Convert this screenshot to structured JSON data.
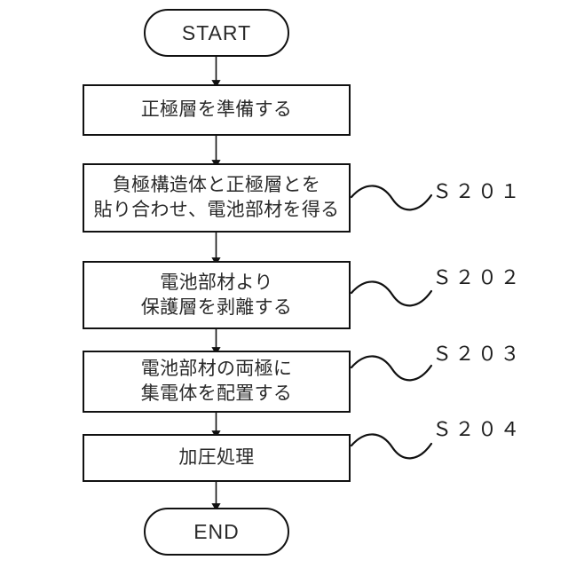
{
  "figure": {
    "type": "flowchart",
    "orientation": "vertical",
    "language": "ja",
    "background_color": "#ffffff",
    "line_color": "#111111",
    "text_color": "#2a2a2a"
  },
  "terminals": {
    "start": {
      "label": "START"
    },
    "end": {
      "label": "END"
    }
  },
  "steps": [
    {
      "id": "step-1",
      "lines": [
        "正極層を準備する"
      ],
      "step_code": null
    },
    {
      "id": "step-2",
      "lines": [
        "負極構造体と正極層とを",
        "貼り合わせ、電池部材を得る"
      ],
      "step_code": "Ｓ２０１"
    },
    {
      "id": "step-3",
      "lines": [
        "電池部材より",
        "保護層を剥離する"
      ],
      "step_code": "Ｓ２０２"
    },
    {
      "id": "step-4",
      "lines": [
        "電池部材の両極に",
        "集電体を配置する"
      ],
      "step_code": "Ｓ２０３"
    },
    {
      "id": "step-5",
      "lines": [
        "加圧処理"
      ],
      "step_code": "Ｓ２０４"
    }
  ],
  "step_codes": {
    "s201": "Ｓ２０１",
    "s202": "Ｓ２０２",
    "s203": "Ｓ２０３",
    "s204": "Ｓ２０４"
  }
}
